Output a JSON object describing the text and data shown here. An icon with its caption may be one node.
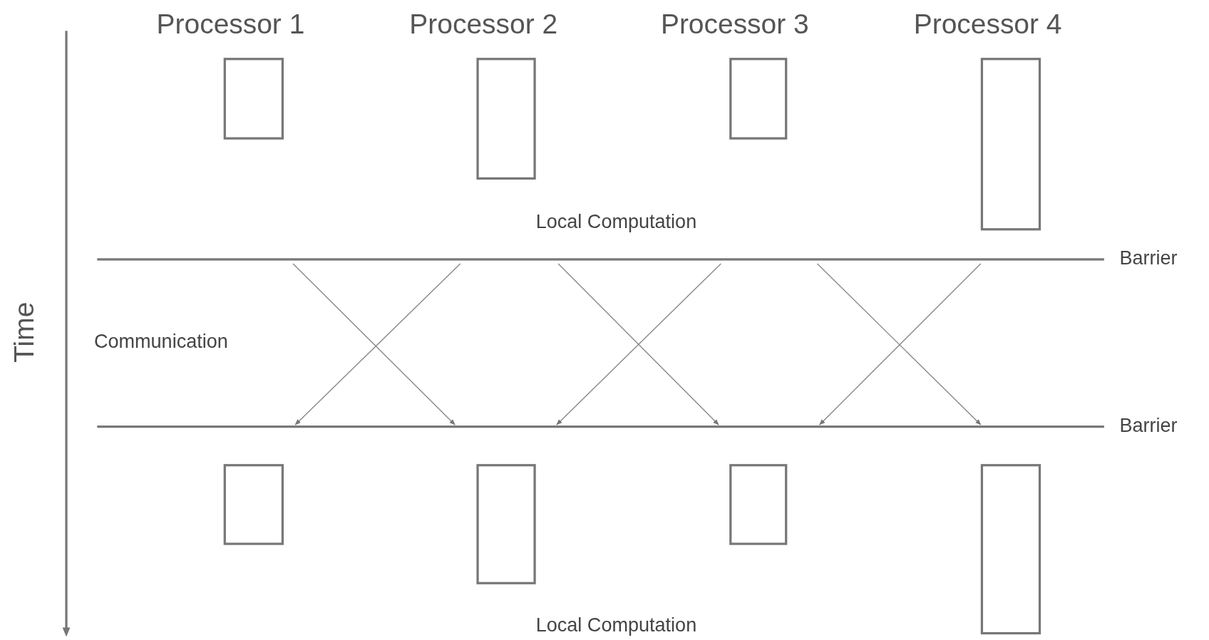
{
  "diagram": {
    "nodes": [
      {
        "text": [],
        "shape": "box"
      },
      {
        "text": [],
        "shape": "box"
      },
      {
        "text": [],
        "shape": "box"
      },
      {
        "text": [],
        "shape": "box"
      },
      {
        "text": [
          "Barrier"
        ]
      },
      {
        "text": [
          "Barrier"
        ]
      },
      {
        "text": [],
        "shape": "box"
      },
      {
        "text": [],
        "shape": "box"
      },
      {
        "text": [],
        "shape": "box"
      },
      {
        "text": [],
        "shape": "box"
      }
    ],
    "edges": [
      {
        "from": 4,
        "to": 5,
        "arrow": "to"
      },
      {
        "from": 4,
        "to": 5,
        "arrow": "to"
      },
      {
        "from": 4,
        "to": 5,
        "arrow": "to"
      },
      {
        "from": 4,
        "to": 5,
        "arrow": "to"
      },
      {
        "from": 4,
        "to": 5,
        "arrow": "to"
      },
      {
        "from": 4,
        "to": 5,
        "arrow": "to"
      }
    ],
    "labels": [
      "Processor 1",
      "Processor 2",
      "Processor 3",
      "Processor 4",
      "Local Computation",
      "Time",
      "Communication",
      "Local Computation"
    ]
  }
}
